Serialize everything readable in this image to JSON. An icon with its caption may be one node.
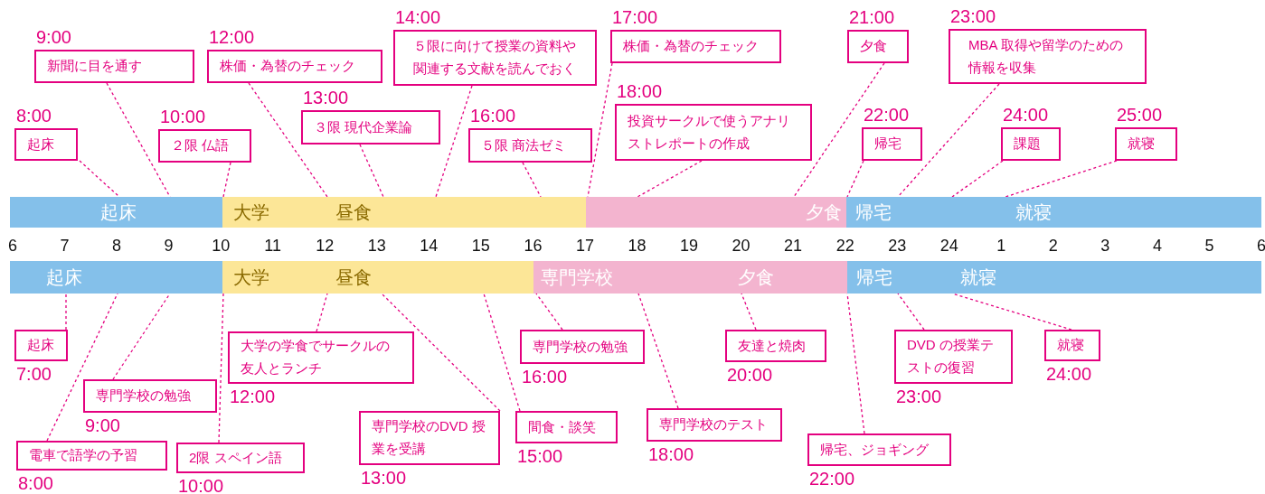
{
  "diagram": {
    "nodes": [
      {
        "text": [
          "起床"
        ],
        "beside": [
          "8:00"
        ]
      },
      {
        "text": [
          "新聞に目を通す"
        ],
        "beside": [
          "9:00"
        ]
      },
      {
        "text": [
          "２限 仏語"
        ],
        "beside": [
          "10:00"
        ]
      },
      {
        "text": [
          "株価・為替のチェック"
        ],
        "beside": [
          "12:00"
        ]
      },
      {
        "text": [
          "３限 現代企業論"
        ],
        "beside": [
          "13:00"
        ]
      },
      {
        "text": [
          "５限に向けて授業の資料や関連する文献を読んでおく"
        ],
        "beside": [
          "14:00"
        ]
      },
      {
        "text": [
          "５限 商法ゼミ"
        ],
        "beside": [
          "16:00"
        ]
      },
      {
        "text": [
          "株価・為替のチェック"
        ],
        "beside": [
          "17:00"
        ]
      },
      {
        "text": [
          "投資サークルで使うアナリストレポートの作成"
        ],
        "beside": [
          "18:00"
        ]
      },
      {
        "text": [
          "夕食"
        ],
        "beside": [
          "21:00"
        ]
      },
      {
        "text": [
          "帰宅"
        ],
        "beside": [
          "22:00"
        ]
      },
      {
        "text": [
          "MBA 取得や留学のための情報を収集"
        ],
        "beside": [
          "23:00"
        ]
      },
      {
        "text": [
          "課題"
        ],
        "beside": [
          "24:00"
        ]
      },
      {
        "text": [
          "就寝"
        ],
        "beside": [
          "25:00"
        ]
      },
      {
        "text": [
          "起床"
        ]
      },
      {
        "text": [
          "大学",
          "昼食"
        ]
      },
      {
        "text": [
          "夕食"
        ]
      },
      {
        "text": [
          "帰宅",
          "就寝"
        ]
      },
      {
        "text": [
          "起床"
        ]
      },
      {
        "text": [
          "大学",
          "昼食"
        ]
      },
      {
        "text": [
          "専門学校",
          "夕食"
        ]
      },
      {
        "text": [
          "帰宅",
          "就寝"
        ]
      },
      {
        "text": [
          "起床"
        ],
        "beside": [
          "7:00"
        ]
      },
      {
        "text": [
          "電車で語学の予習"
        ],
        "beside": [
          "8:00"
        ]
      },
      {
        "text": [
          "専門学校の勉強"
        ],
        "beside": [
          "9:00"
        ]
      },
      {
        "text": [
          "2限 スペイン語"
        ],
        "beside": [
          "10:00"
        ]
      },
      {
        "text": [
          "大学の学食でサークルの友人とランチ"
        ],
        "beside": [
          "12:00"
        ]
      },
      {
        "text": [
          "専門学校のDVD 授業を受講"
        ],
        "beside": [
          "13:00"
        ]
      },
      {
        "text": [
          "間食・談笑"
        ],
        "beside": [
          "15:00"
        ]
      },
      {
        "text": [
          "専門学校の勉強"
        ],
        "beside": [
          "16:00"
        ]
      },
      {
        "text": [
          "専門学校のテスト"
        ],
        "beside": [
          "18:00"
        ]
      },
      {
        "text": [
          "友達と焼肉"
        ],
        "beside": [
          "20:00"
        ]
      },
      {
        "text": [
          "帰宅、ジョギング"
        ],
        "beside": [
          "22:00"
        ]
      },
      {
        "text": [
          "DVD の授業テストの復習"
        ],
        "beside": [
          "23:00"
        ]
      },
      {
        "text": [
          "就寝"
        ],
        "beside": [
          "24:00"
        ]
      }
    ],
    "edges": [
      {
        "from": 0,
        "to": 14,
        "arrow": "none",
        "style": "dashed"
      },
      {
        "from": 1,
        "to": 14,
        "arrow": "none",
        "style": "dashed"
      },
      {
        "from": 2,
        "to": 15,
        "arrow": "none",
        "style": "dashed"
      },
      {
        "from": 3,
        "to": 15,
        "arrow": "none",
        "style": "dashed"
      },
      {
        "from": 4,
        "to": 15,
        "arrow": "none",
        "style": "dashed"
      },
      {
        "from": 5,
        "to": 15,
        "arrow": "none",
        "style": "dashed"
      },
      {
        "from": 6,
        "to": 15,
        "arrow": "none",
        "style": "dashed"
      },
      {
        "from": 7,
        "to": 16,
        "arrow": "none",
        "style": "dashed"
      },
      {
        "from": 8,
        "to": 16,
        "arrow": "none",
        "style": "dashed"
      },
      {
        "from": 9,
        "to": 16,
        "arrow": "none",
        "style": "dashed"
      },
      {
        "from": 10,
        "to": 17,
        "arrow": "none",
        "style": "dashed"
      },
      {
        "from": 11,
        "to": 17,
        "arrow": "none",
        "style": "dashed"
      },
      {
        "from": 12,
        "to": 17,
        "arrow": "none",
        "style": "dashed"
      },
      {
        "from": 13,
        "to": 17,
        "arrow": "none",
        "style": "dashed"
      },
      {
        "from": 22,
        "to": 18,
        "arrow": "none",
        "style": "dashed"
      },
      {
        "from": 23,
        "to": 18,
        "arrow": "none",
        "style": "dashed"
      },
      {
        "from": 24,
        "to": 18,
        "arrow": "none",
        "style": "dashed"
      },
      {
        "from": 25,
        "to": 19,
        "arrow": "none",
        "style": "dashed"
      },
      {
        "from": 26,
        "to": 19,
        "arrow": "none",
        "style": "dashed"
      },
      {
        "from": 27,
        "to": 19,
        "arrow": "none",
        "style": "dashed"
      },
      {
        "from": 28,
        "to": 19,
        "arrow": "none",
        "style": "dashed"
      },
      {
        "from": 29,
        "to": 20,
        "arrow": "none",
        "style": "dashed"
      },
      {
        "from": 30,
        "to": 20,
        "arrow": "none",
        "style": "dashed"
      },
      {
        "from": 31,
        "to": 20,
        "arrow": "none",
        "style": "dashed"
      },
      {
        "from": 32,
        "to": 21,
        "arrow": "none",
        "style": "dashed"
      },
      {
        "from": 33,
        "to": 21,
        "arrow": "none",
        "style": "dashed"
      },
      {
        "from": 34,
        "to": 21,
        "arrow": "none",
        "style": "dashed"
      }
    ],
    "labels": [
      "6",
      "7",
      "8",
      "9",
      "10",
      "11",
      "12",
      "13",
      "14",
      "15",
      "16",
      "17",
      "18",
      "19",
      "20",
      "21",
      "22",
      "23",
      "24",
      "1",
      "2",
      "3",
      "4",
      "5",
      "6"
    ]
  }
}
